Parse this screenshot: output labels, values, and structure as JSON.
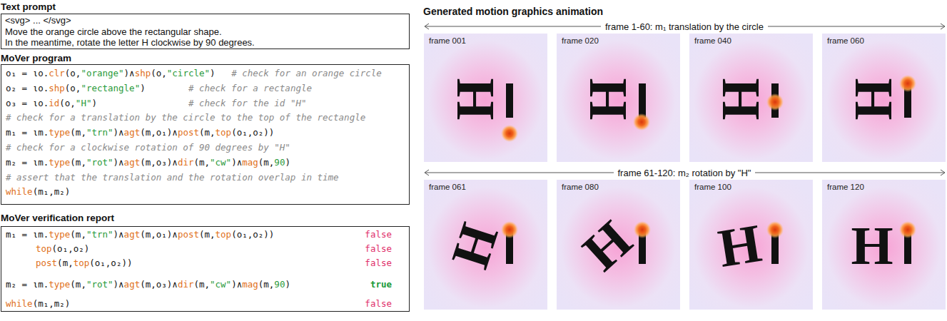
{
  "diagram": {
    "nodes": [
      {
        "text": [
          "Text prompt",
          "<svg> ... </svg>",
          "Move the orange circle above the rectangular shape.",
          "In the meantime, rotate the letter H clockwise by 90 degrees."
        ]
      },
      {
        "text": [
          "MoVer program",
          "o₁ = ιo.clr(o,\"orange\")∧shp(o,\"circle\")   # check for an orange circle",
          "o₂ = ιo.shp(o,\"rectangle\")        # check for a rectangle",
          "o₃ = ιo.id(o,\"H\")                 # check for the id \"H\"",
          "# check for a translation by the circle to the top of the rectangle",
          "m₁ = ιm.type(m,\"trn\")∧agt(m,o₁)∧post(m,top(o₁,o₂))",
          "# check for a clockwise rotation of 90 degrees by \"H\"",
          "m₂ = ιm.type(m,\"rot\")∧agt(m,o₃)∧dir(m,\"cw\")∧mag(m,90)",
          "# assert that the translation and the rotation overlap in time",
          "while(m₁,m₂)"
        ]
      },
      {
        "text": [
          "MoVer verification report",
          "m₁ = ιm.type(m,\"trn\")∧agt(m,o₁)∧post(m,top(o₁,o₂))",
          "false",
          "top(o₁,o₂)",
          "false",
          "post(m,top(o₁,o₂))",
          "false",
          "m₂ = ιm.type(m,\"rot\")∧agt(m,o₃)∧dir(m,\"cw\")∧mag(m,90)",
          "true",
          "while(m₁,m₂)",
          "false"
        ]
      },
      {
        "text": [
          "frame 001",
          "H"
        ]
      },
      {
        "text": [
          "frame 020",
          "H"
        ]
      },
      {
        "text": [
          "frame 040",
          "H"
        ]
      },
      {
        "text": [
          "frame 060",
          "H"
        ]
      },
      {
        "text": [
          "frame 061",
          "H"
        ]
      },
      {
        "text": [
          "frame 080",
          "H"
        ]
      },
      {
        "text": [
          "frame 100",
          "H"
        ]
      },
      {
        "text": [
          "frame 120",
          "H"
        ]
      }
    ],
    "labels": [
      "Generated motion graphics animation",
      "frame 1-60: m₁ translation by the circle",
      "frame 61-120: m₂ rotation by \"H\""
    ]
  }
}
